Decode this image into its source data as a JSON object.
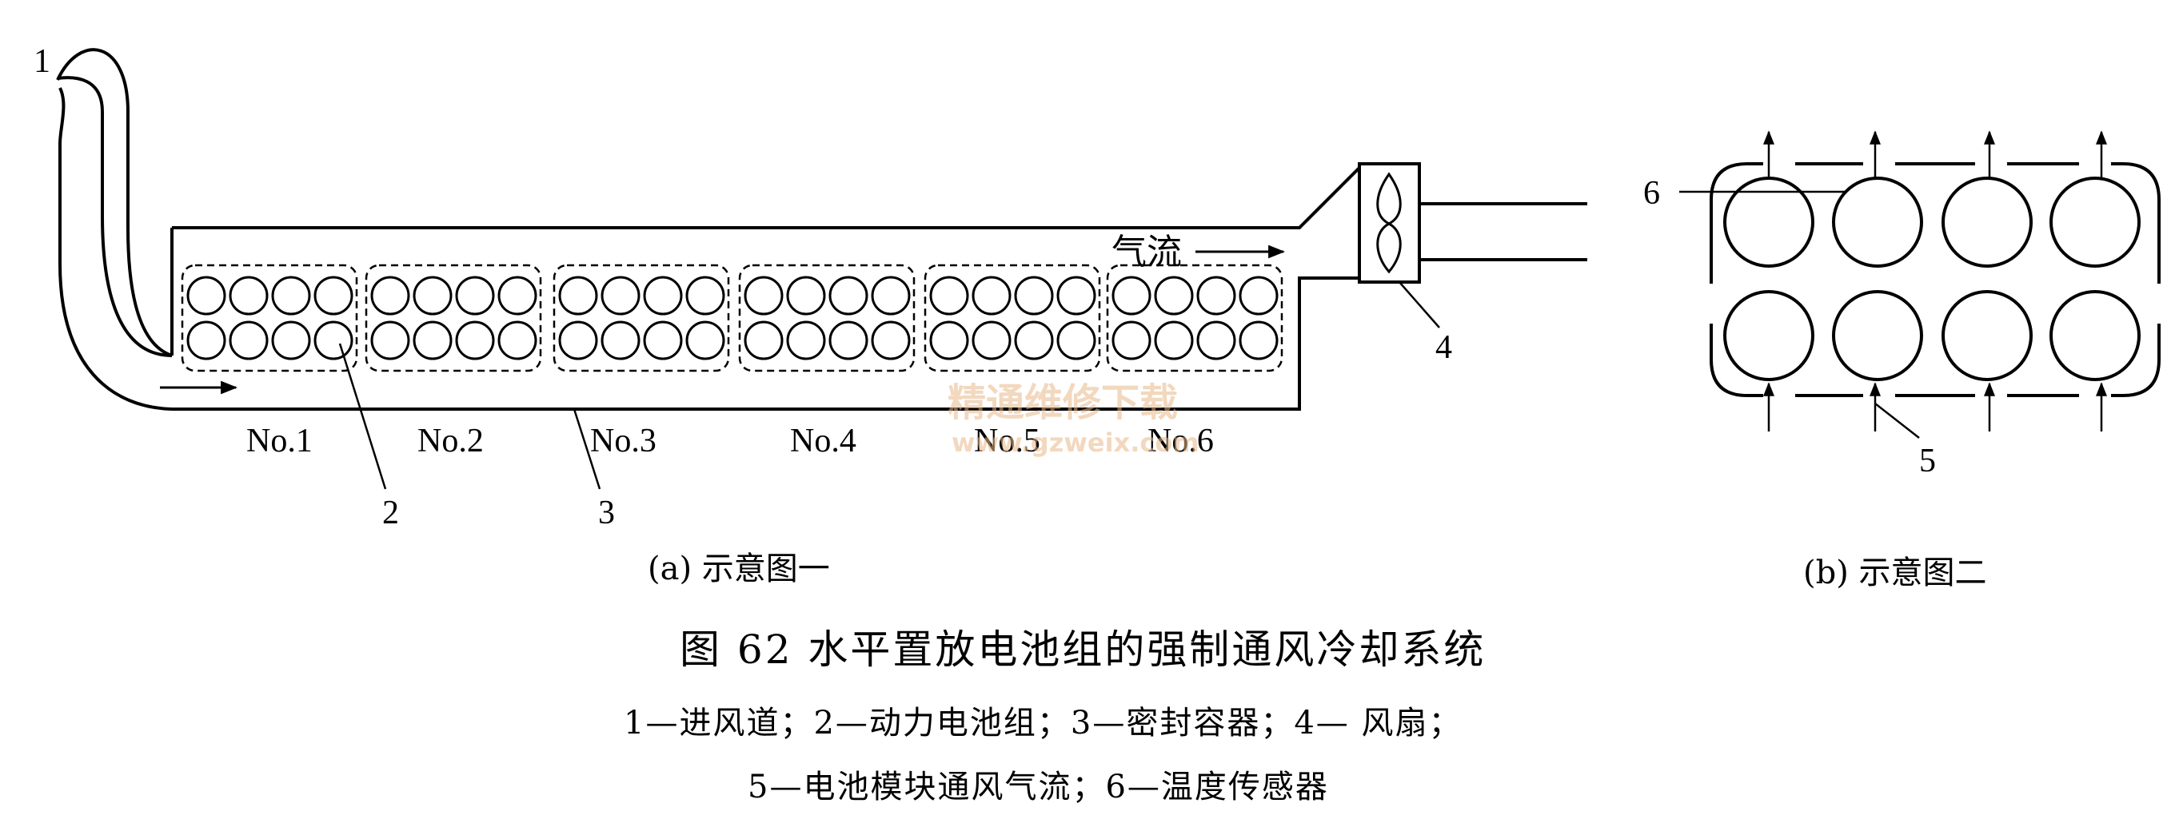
{
  "callouts": {
    "n1": "1",
    "n2": "2",
    "n3": "3",
    "n4": "4",
    "n5": "5",
    "n6": "6"
  },
  "modules": [
    "No.1",
    "No.2",
    "No.3",
    "No.4",
    "No.5",
    "No.6"
  ],
  "airflow_label": "气流",
  "sub_captions": {
    "a": "(a) 示意图一",
    "b": "(b) 示意图二"
  },
  "figure_title": "图 62   水平置放电池组的强制通风冷却系统",
  "legend_line1": "1—进风道；2—动力电池组；3—密封容器；4— 风扇；",
  "legend_line2": "5—电池模块通风气流；6—温度传感器",
  "watermark": {
    "line1": "精通维修下载",
    "line2": "www.gzweix.com"
  }
}
